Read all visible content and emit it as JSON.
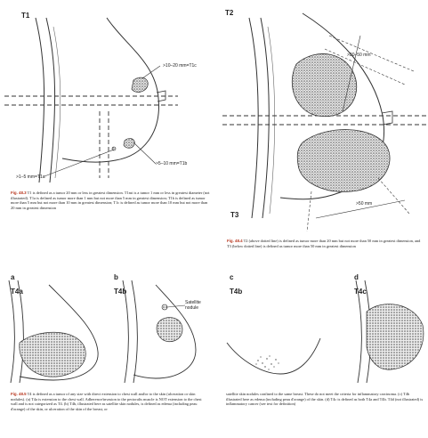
{
  "top_left": {
    "label": "T1",
    "dims": [
      ">10–20 mm=T1c",
      ">1–5 mm=T1a",
      ">5–10 mm=T1b"
    ],
    "caption": {
      "fig": "Fig. 48.3",
      "text": "T1 is defined as a tumor 20 mm or less in greatest dimension. T1mi is a tumor 1 mm or less in greatest diameter (not illustrated). T1a is defined as tumor more than 1 mm but not more than 5 mm in greatest dimension; T1b is defined as tumor more than 5 mm but not more than 10 mm in greatest dimension; T1c is defined as tumor more than 10 mm but not more than 20 mm in greatest dimension"
    }
  },
  "top_right": {
    "label_top": "T2",
    "label_bottom": "T3",
    "dims": [
      ">20–50 mm",
      ">50 mm"
    ],
    "caption": {
      "fig": "Fig. 48.4",
      "text": "T2 (above dotted line) is defined as tumor more than 20 mm but not more than 50 mm in greatest dimension, and T3 (below dotted line) is defined as tumor more than 50 mm in greatest dimension"
    }
  },
  "bottom": {
    "panels": [
      {
        "letter": "a",
        "label": "T4a"
      },
      {
        "letter": "b",
        "label": "T4b",
        "note": "Satellite nodule"
      },
      {
        "letter": "c",
        "label": "T4b"
      },
      {
        "letter": "d",
        "label": "T4c"
      }
    ],
    "caption": {
      "fig": "Fig. 48.5",
      "text_left": "T4 is defined as a tumor of any size with direct extension to chest wall and/or to the skin (ulceration or skin nodules). (a) T4a is extension to the chest wall. Adherence/invasion to the pectoralis muscle is NOT extension to the chest wall and is not categorized as T4. (b) T4b, illustrated here as satellite skin nodules, is defined as edema (including peau d'orange) of the skin, or ulceration of the skin of the breast, or",
      "text_right": "satellite skin nodules confined to the same breast. These do not meet the criteria for inflammatory carcinoma. (c) T4b illustrated here as edema (including peau d'orange) of the skin. (d) T4c is defined as both T4a and T4b. T4d (not illustrated) is inflammatory cancer (see text for definition)"
    }
  }
}
